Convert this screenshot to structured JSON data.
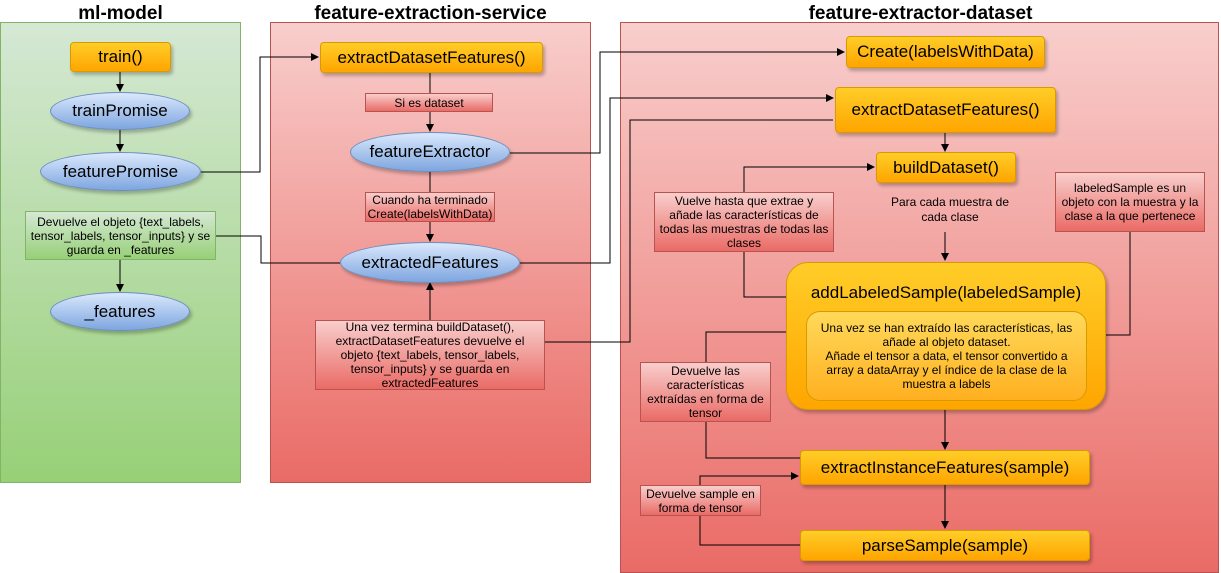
{
  "lanes": {
    "ml_model": "ml-model",
    "feature_extraction_service": "feature-extraction-service",
    "feature_extractor_dataset": "feature-extractor-dataset"
  },
  "ml_model": {
    "train": "train()",
    "train_promise": "trainPromise",
    "feature_promise": "featurePromise",
    "note_features": "Devuelve el objeto {text_labels, tensor_labels, tensor_inputs} y se guarda en _features",
    "features": "_features"
  },
  "service": {
    "extract_dataset_features": "extractDatasetFeatures()",
    "note_si_es_dataset": "Si es dataset",
    "feature_extractor": "featureExtractor",
    "note_cuando": "Cuando ha terminado Create(labelsWithData)",
    "extracted_features": "extractedFeatures",
    "note_una_vez": "Una vez termina buildDataset(), extractDatasetFeatures devuelve el objeto {text_labels, tensor_labels, tensor_inputs} y se guarda en extractedFeatures"
  },
  "dataset": {
    "create": "Create(labelsWithData)",
    "extract_dataset_features": "extractDatasetFeatures()",
    "build_dataset": "buildDataset()",
    "note_vuelve": "Vuelve hasta que extrae y añade las características de todas las muestras de todas las clases",
    "text_para_cada": "Para cada muestra de cada clase",
    "note_labeled_sample": "labeledSample es un objeto con la muestra y la clase a la que pertenece",
    "add_labeled_sample": "addLabeledSample(labeledSample)",
    "inner_note": "Una vez se han extraído las características, las añade al objeto dataset.\nAñade el tensor a data, el tensor convertido a array a dataArray y el índice de la clase de la muestra a labels",
    "note_devuelve_caracteristicas": "Devuelve las características extraídas en forma de tensor",
    "extract_instance_features": "extractInstanceFeatures(sample)",
    "note_devuelve_sample": "Devuelve sample en forma de tensor",
    "parse_sample": "parseSample(sample)"
  },
  "colors": {
    "lane_green": "#97d077",
    "lane_red": "#ea6b66",
    "process_orange": "#ffa500",
    "ellipse_blue": "#7ea6e0"
  }
}
